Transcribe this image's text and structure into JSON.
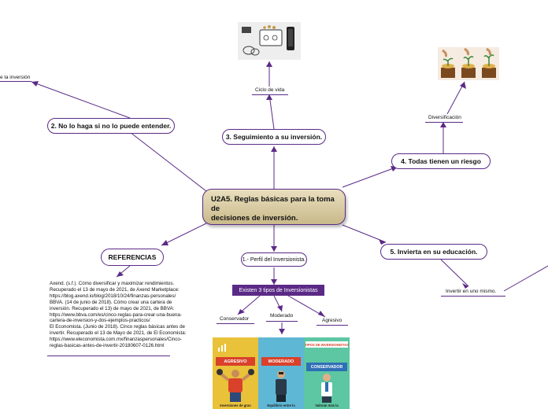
{
  "central": {
    "line1": "U2A5. Reglas básicas para la toma de",
    "line2": "decisiones de inversión."
  },
  "topics": {
    "t2": "2. No lo haga si no lo puede entender.",
    "t3": "3. Seguimiento a su inversión.",
    "t4": "4. Todas tienen un riesgo",
    "t5": "5. Invierta en su educación.",
    "refs_title": "REFERENCIAS",
    "perfil": "1.- Perfil del Inversionista."
  },
  "labels": {
    "partial_top_left": "e la inversión",
    "ciclo": "Ciclo de vida",
    "diversificacion": "Diversificación",
    "invertir": "Invertir en uno mismo.",
    "tipos": "Existen 3 tipos de Inversionistas",
    "conservador": "Conservador",
    "moderado": "Moderado",
    "agresivo": "Agresivo"
  },
  "references": [
    "Axend. (s.f.). Cómo diversificar y maximizar rendimientos.",
    "Recuperado el 13 de mayo de 2021, de Axend Marketplace:",
    "https://blog.axend.io/blog/2018/10/24/finanzas-personales/",
    "BBVA. (14 de junio de 2018). Cómo crear una cartera de",
    "inversión. Recuperado el 13) de mayo de 2021, de BBVA:",
    "https://www.bbva.com/es/cinco-reglas-para-crear-una-buena-",
    "cartera-de-inversion-y-dos-ejemplos-practicos/",
    "El Economista. (Junio de 2018). Cinco reglas básicas antes de",
    "invertir. Recuperado el 13 de Mayo de 2021, de El Economista:",
    "https://www.eleconomista.com.mx/finanzaspersonales/Cinco-",
    "reglas-basicas-antes-de-invertir-20180607-0126.html"
  ],
  "infographic": {
    "header": "TIPOS DE INVERSIONISTAS",
    "agresivo": "AGRESIVO",
    "moderado": "MODERADO",
    "conservador": "CONSERVADOR",
    "caption_agresivo": "Inversiones de gran",
    "caption_moderado": "Equilibrio entre la",
    "caption_conservador": "Valoran más la"
  },
  "colors": {
    "line": "#5b2a86",
    "tag_bg": "#5b2a86",
    "central_top": "#e9dfbf",
    "central_bottom": "#c9b98a",
    "info_agresivo": "#e9c23a",
    "info_moderado": "#5fb7d6",
    "info_conservador": "#5cc7a2",
    "badge_red": "#d9412b",
    "badge_blue": "#2f6fb6"
  }
}
